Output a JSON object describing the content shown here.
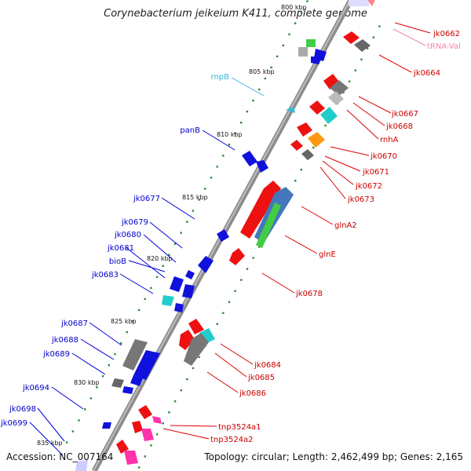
{
  "title": "Corynebacterium jeikeium K411, complete genome",
  "footer": {
    "accession": "Accession: NC_007164",
    "topology": "Topology: circular; Length: 2,462,499 bp; Genes: 2,165"
  },
  "colors": {
    "backbone": "#8c8c8c",
    "tick": "#2e8b2e",
    "plus_label": "#cc0000",
    "minus_label": "#0000cc",
    "rna_label": "#33bbdd",
    "trna_label": "#ee88aa"
  },
  "scale_marks": [
    "800 kbp",
    "805 kbp",
    "810 kbp",
    "815 kbp",
    "820 kbp",
    "825 kbp",
    "830 kbp",
    "835 kbp"
  ],
  "genes_right": [
    "jk0662",
    "tRNA-Val",
    "jk0664",
    "jk0667",
    "jk0668",
    "rnhA",
    "jk0670",
    "jk0671",
    "jk0672",
    "jk0673",
    "glnA2",
    "glnE",
    "jk0678",
    "jk0684",
    "jk0685",
    "jk0686",
    "tnp3524a1",
    "tnp3524a2"
  ],
  "genes_left": [
    "rnpB",
    "panB",
    "jk0677",
    "jk0679",
    "jk0680",
    "jk0681",
    "bioB",
    "jk0683",
    "jk0687",
    "jk0688",
    "jk0689",
    "jk0694",
    "jk0698",
    "jk0699"
  ]
}
